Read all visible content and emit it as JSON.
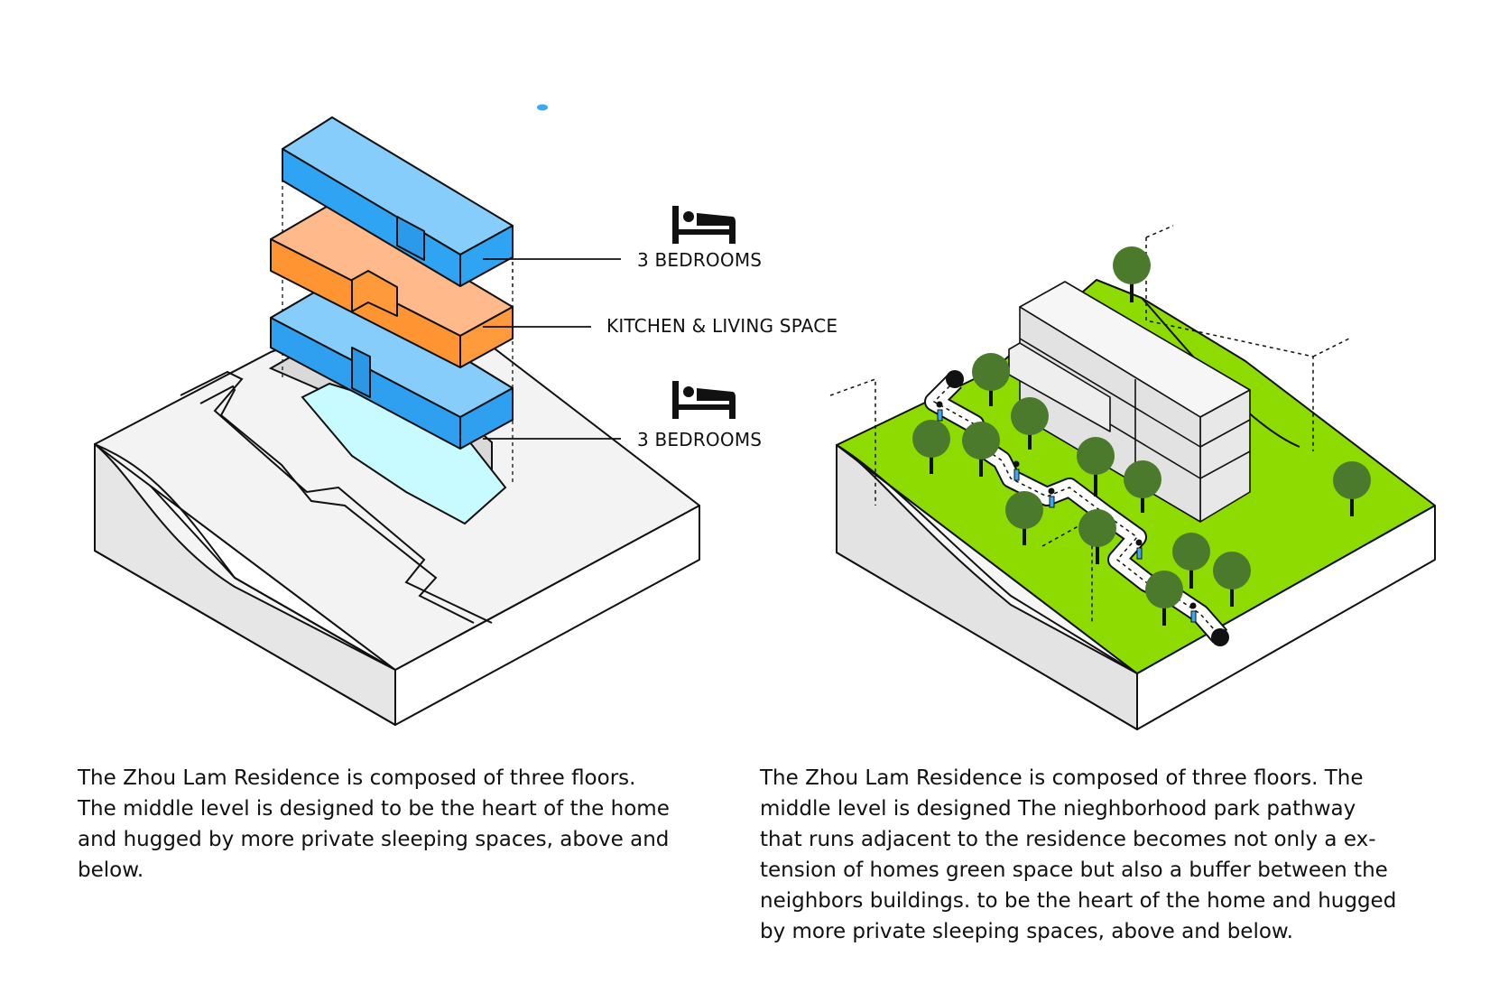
{
  "labels": {
    "upper_floor": "3 BEDROOMS",
    "middle_floor": "KITCHEN & LIVING SPACE",
    "lower_floor": "3 BEDROOMS"
  },
  "icons": [
    "bed-icon",
    "bed-icon"
  ],
  "colors": {
    "bedroom_floor": "#3aa9f5",
    "living_floor": "#ff9a3c",
    "pool": "#c8fbff",
    "grass": "#8ddb00",
    "tree": "#4b7a2c",
    "terrain": "#e8e8e8"
  },
  "captions": {
    "left": [
      "The Zhou Lam  Residence is composed of three floors.",
      "The middle level is designed to be the heart of the home",
      "and hugged by more private sleeping spaces, above and",
      "below."
    ],
    "right": [
      "The Zhou  Lam Residence is composed of three floors. The",
      "middle level is designed The nieghborhood park pathway",
      "that runs adjacent to the residence becomes not only a ex-",
      "tension of homes green space but also a buffer between the",
      "neighbors buildings. to be the heart of the home and hugged",
      "by more private sleeping spaces, above and below."
    ]
  }
}
